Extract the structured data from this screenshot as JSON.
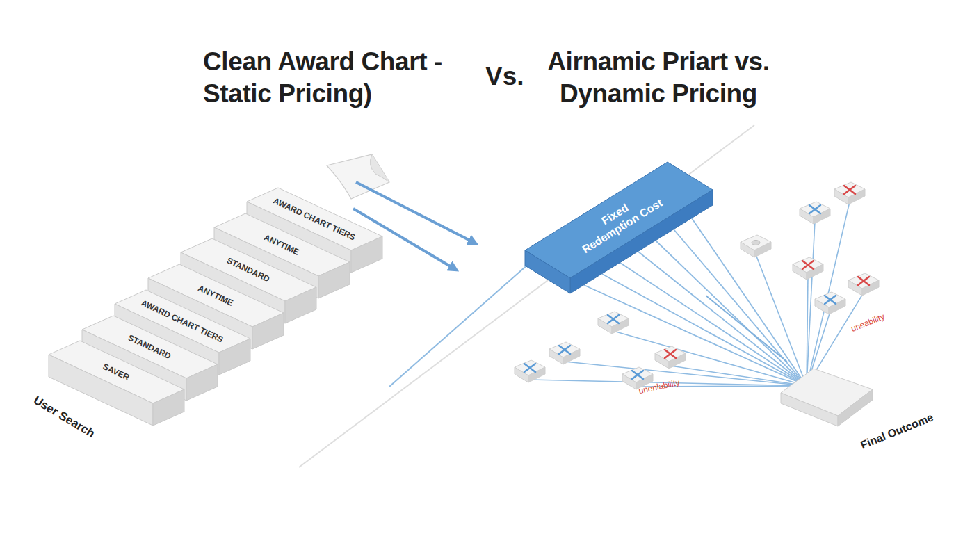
{
  "diagram": {
    "title": "Clean Award Chart - Static Pricing)",
    "nodes": [
      {
        "text": [
          "AWARD CHART TIERS"
        ]
      },
      {
        "text": [
          "ANYTIME"
        ]
      },
      {
        "text": [
          "STANDARD"
        ]
      },
      {
        "text": [
          "ANYTIME"
        ]
      },
      {
        "text": [
          "AWARD CHART TIERS"
        ]
      },
      {
        "text": [
          "STANDARD"
        ]
      },
      {
        "text": [
          "SAVER"
        ]
      },
      {
        "text": [
          "Fixed Redemption Cost"
        ]
      },
      {
        "text": [
          "Final Outcome"
        ]
      }
    ],
    "edges": [
      {
        "from": 7,
        "to": 8,
        "arrow": "none"
      }
    ],
    "labels": [
      "Vs.",
      "Airnamic Priart vs. Dynamic Pricing",
      "User Search",
      "unenlability",
      "uneability"
    ]
  }
}
